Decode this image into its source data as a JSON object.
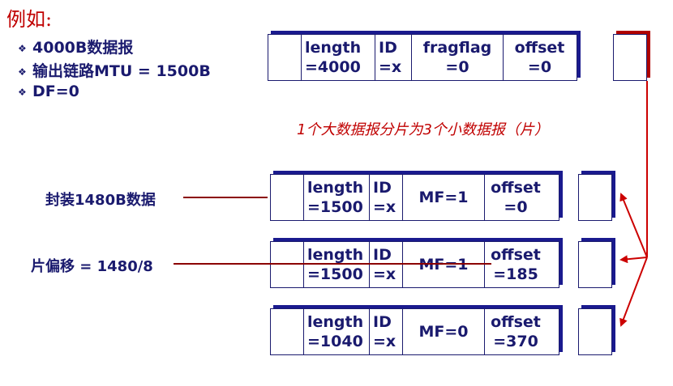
{
  "title": "例如:",
  "bullets": [
    "4000B数据报",
    "输出链路MTU = 1500B",
    "DF=0"
  ],
  "note": "1个大数据报分片为3个小数据报（片）",
  "labels": {
    "payload": "封装1480B数据",
    "offset": "片偏移 = 1480/8"
  },
  "original": {
    "length": [
      "length",
      "=4000"
    ],
    "id": [
      "ID",
      "=x"
    ],
    "flag": [
      "fragflag",
      "=0"
    ],
    "offset": [
      "offset",
      "=0"
    ]
  },
  "fragments": [
    {
      "length": [
        "length",
        "=1500"
      ],
      "id": [
        "ID",
        "=x"
      ],
      "flag": "MF=1",
      "offset": [
        "offset",
        "=0"
      ]
    },
    {
      "length": [
        "length",
        "=1500"
      ],
      "id": [
        "ID",
        "=x"
      ],
      "flag": "MF=1",
      "offset": [
        "offset",
        "=185"
      ]
    },
    {
      "length": [
        "length",
        "=1040"
      ],
      "id": [
        "ID",
        "=x"
      ],
      "flag": "MF=0",
      "offset": [
        "offset",
        "=370"
      ]
    }
  ],
  "colors": {
    "text_blue": "#1a1a6e",
    "accent_red": "#c00000",
    "arrow_red": "#cc0000"
  }
}
